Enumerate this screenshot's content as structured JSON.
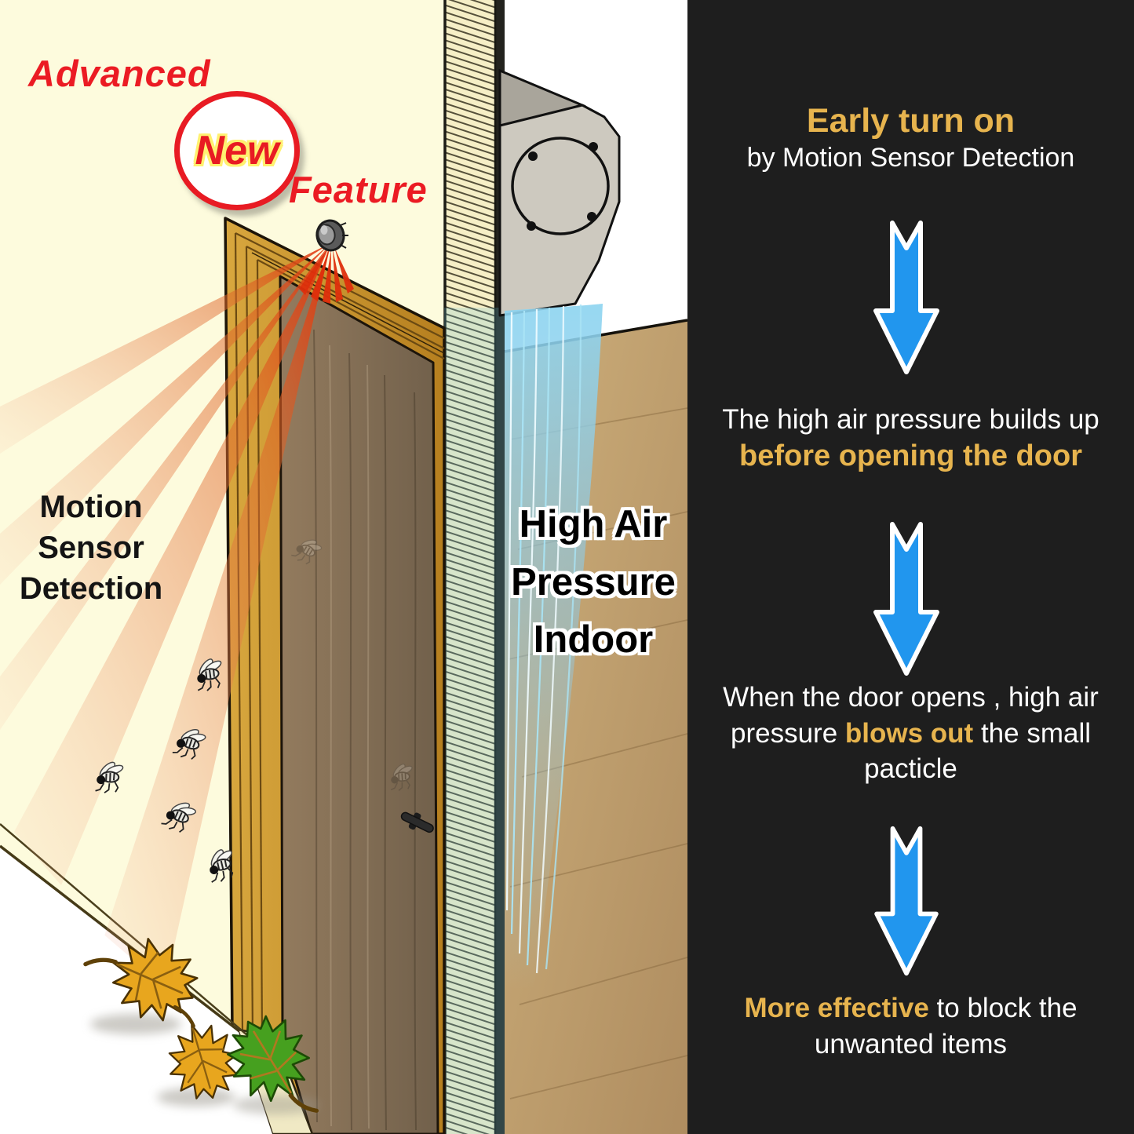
{
  "illustration": {
    "badge": {
      "advanced": "Advanced",
      "new": "New",
      "feature": "Feature"
    },
    "motion_label": {
      "line1": "Motion",
      "line2": "Sensor",
      "line3": "Detection"
    },
    "pressure_label": {
      "line1": "High Air",
      "line2": "Pressure",
      "line3": "Indoor"
    },
    "colors": {
      "wall_cream": "#FDFBDD",
      "door_frame_gold": "#C8922E",
      "door_wood": "#87705A",
      "floor_wood": "#C2A26F",
      "air_stream_blue": "#7FC9E4",
      "sensor_ray_red": "#E1340E",
      "label_red": "#EB1B23"
    }
  },
  "right_panel": {
    "colors": {
      "background": "#1E1E1E",
      "accent_gold": "#E7B44E",
      "text_white": "#FFFFFF",
      "arrow_blue": "#2196EE"
    },
    "steps": {
      "s1": {
        "title": "Early turn on",
        "subtitle": "by Motion Sensor Detection"
      },
      "s2": {
        "line1": "The high air pressure builds up",
        "line2": "before opening the door"
      },
      "s3": {
        "pre": "When the door opens , high air pressure ",
        "highlight": "blows out",
        "post": " the small pacticle"
      },
      "s4": {
        "highlight": "More effective",
        "post": " to block the unwanted items"
      }
    }
  }
}
